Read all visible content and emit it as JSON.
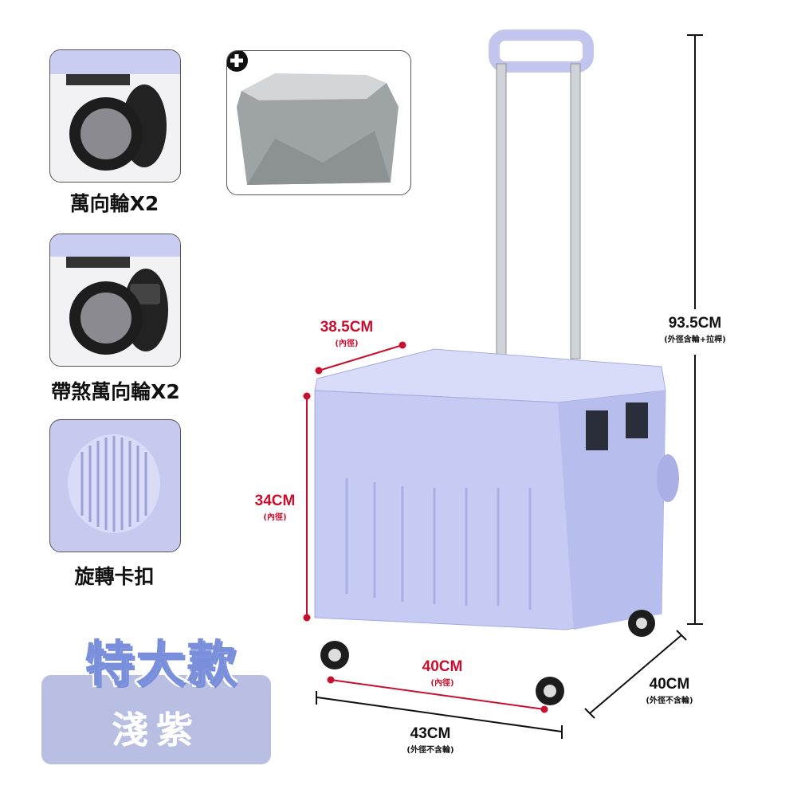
{
  "features": [
    {
      "label": "萬向輪X2",
      "icon": "swivel-wheel"
    },
    {
      "label": "帶煞萬向輪X2",
      "icon": "brake-wheel"
    },
    {
      "label": "旋轉卡扣",
      "icon": "rotary-clasp"
    }
  ],
  "liner": {
    "icon": "plus-icon"
  },
  "dimensions": {
    "height": {
      "value": "93.5CM",
      "note": "(外徑含輪+拉桿)"
    },
    "inner_depth": {
      "value": "38.5CM",
      "note": "(內徑)"
    },
    "inner_height": {
      "value": "34CM",
      "note": "(內徑)"
    },
    "inner_width": {
      "value": "40CM",
      "note": "(內徑)"
    },
    "outer_width": {
      "value": "43CM",
      "note": "(外徑不含輪)"
    },
    "outer_depth": {
      "value": "40CM",
      "note": "(外徑不含輪)"
    }
  },
  "badge": {
    "title": "特大款",
    "color_name": "淺紫"
  },
  "colors": {
    "accent_red": "#c8102e",
    "cart_purple": "#c5cbf3",
    "badge_blue": "#7a8fdb",
    "badge_bg": "#b9bfe2"
  }
}
